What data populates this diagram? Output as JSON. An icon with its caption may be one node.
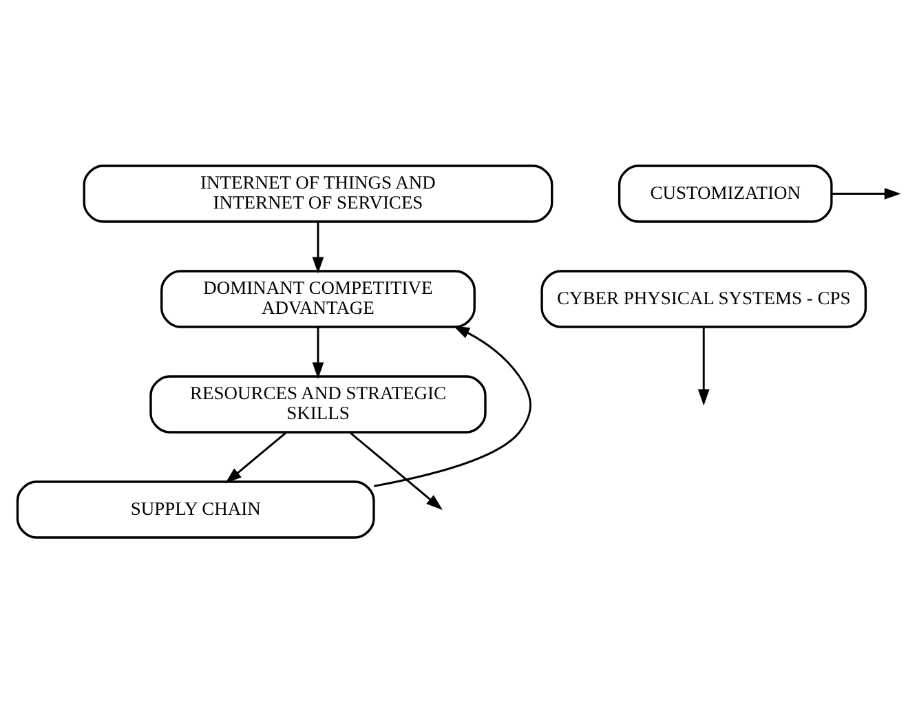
{
  "diagram": {
    "nodes": [
      {
        "text": [
          "INTERNET OF THINGS AND INTERNET OF SERVICES"
        ]
      },
      {
        "text": [
          "DOMINANT COMPETITIVE ADVANTAGE"
        ]
      },
      {
        "text": [
          "CYBER PHYSICAL SYSTEMS - CPS"
        ]
      },
      {
        "text": [
          "RESOURCES AND STRATEGIC SKILLS"
        ]
      },
      {
        "text": [
          "CUSTOMIZATION"
        ]
      },
      {
        "text": [
          "SUPPLY CHAIN"
        ]
      }
    ],
    "edges": [
      {
        "from": 0,
        "to": 1,
        "arrow": "to"
      },
      {
        "from": 1,
        "to": 3,
        "arrow": "to"
      },
      {
        "from": 2,
        "to": null,
        "arrow": "to"
      },
      {
        "from": 3,
        "to": null,
        "arrow": "to"
      },
      {
        "from": 3,
        "to": 5,
        "arrow": "to"
      },
      {
        "from": 4,
        "to": null,
        "arrow": "to"
      },
      {
        "from": 5,
        "to": 1,
        "arrow": "to"
      }
    ]
  }
}
